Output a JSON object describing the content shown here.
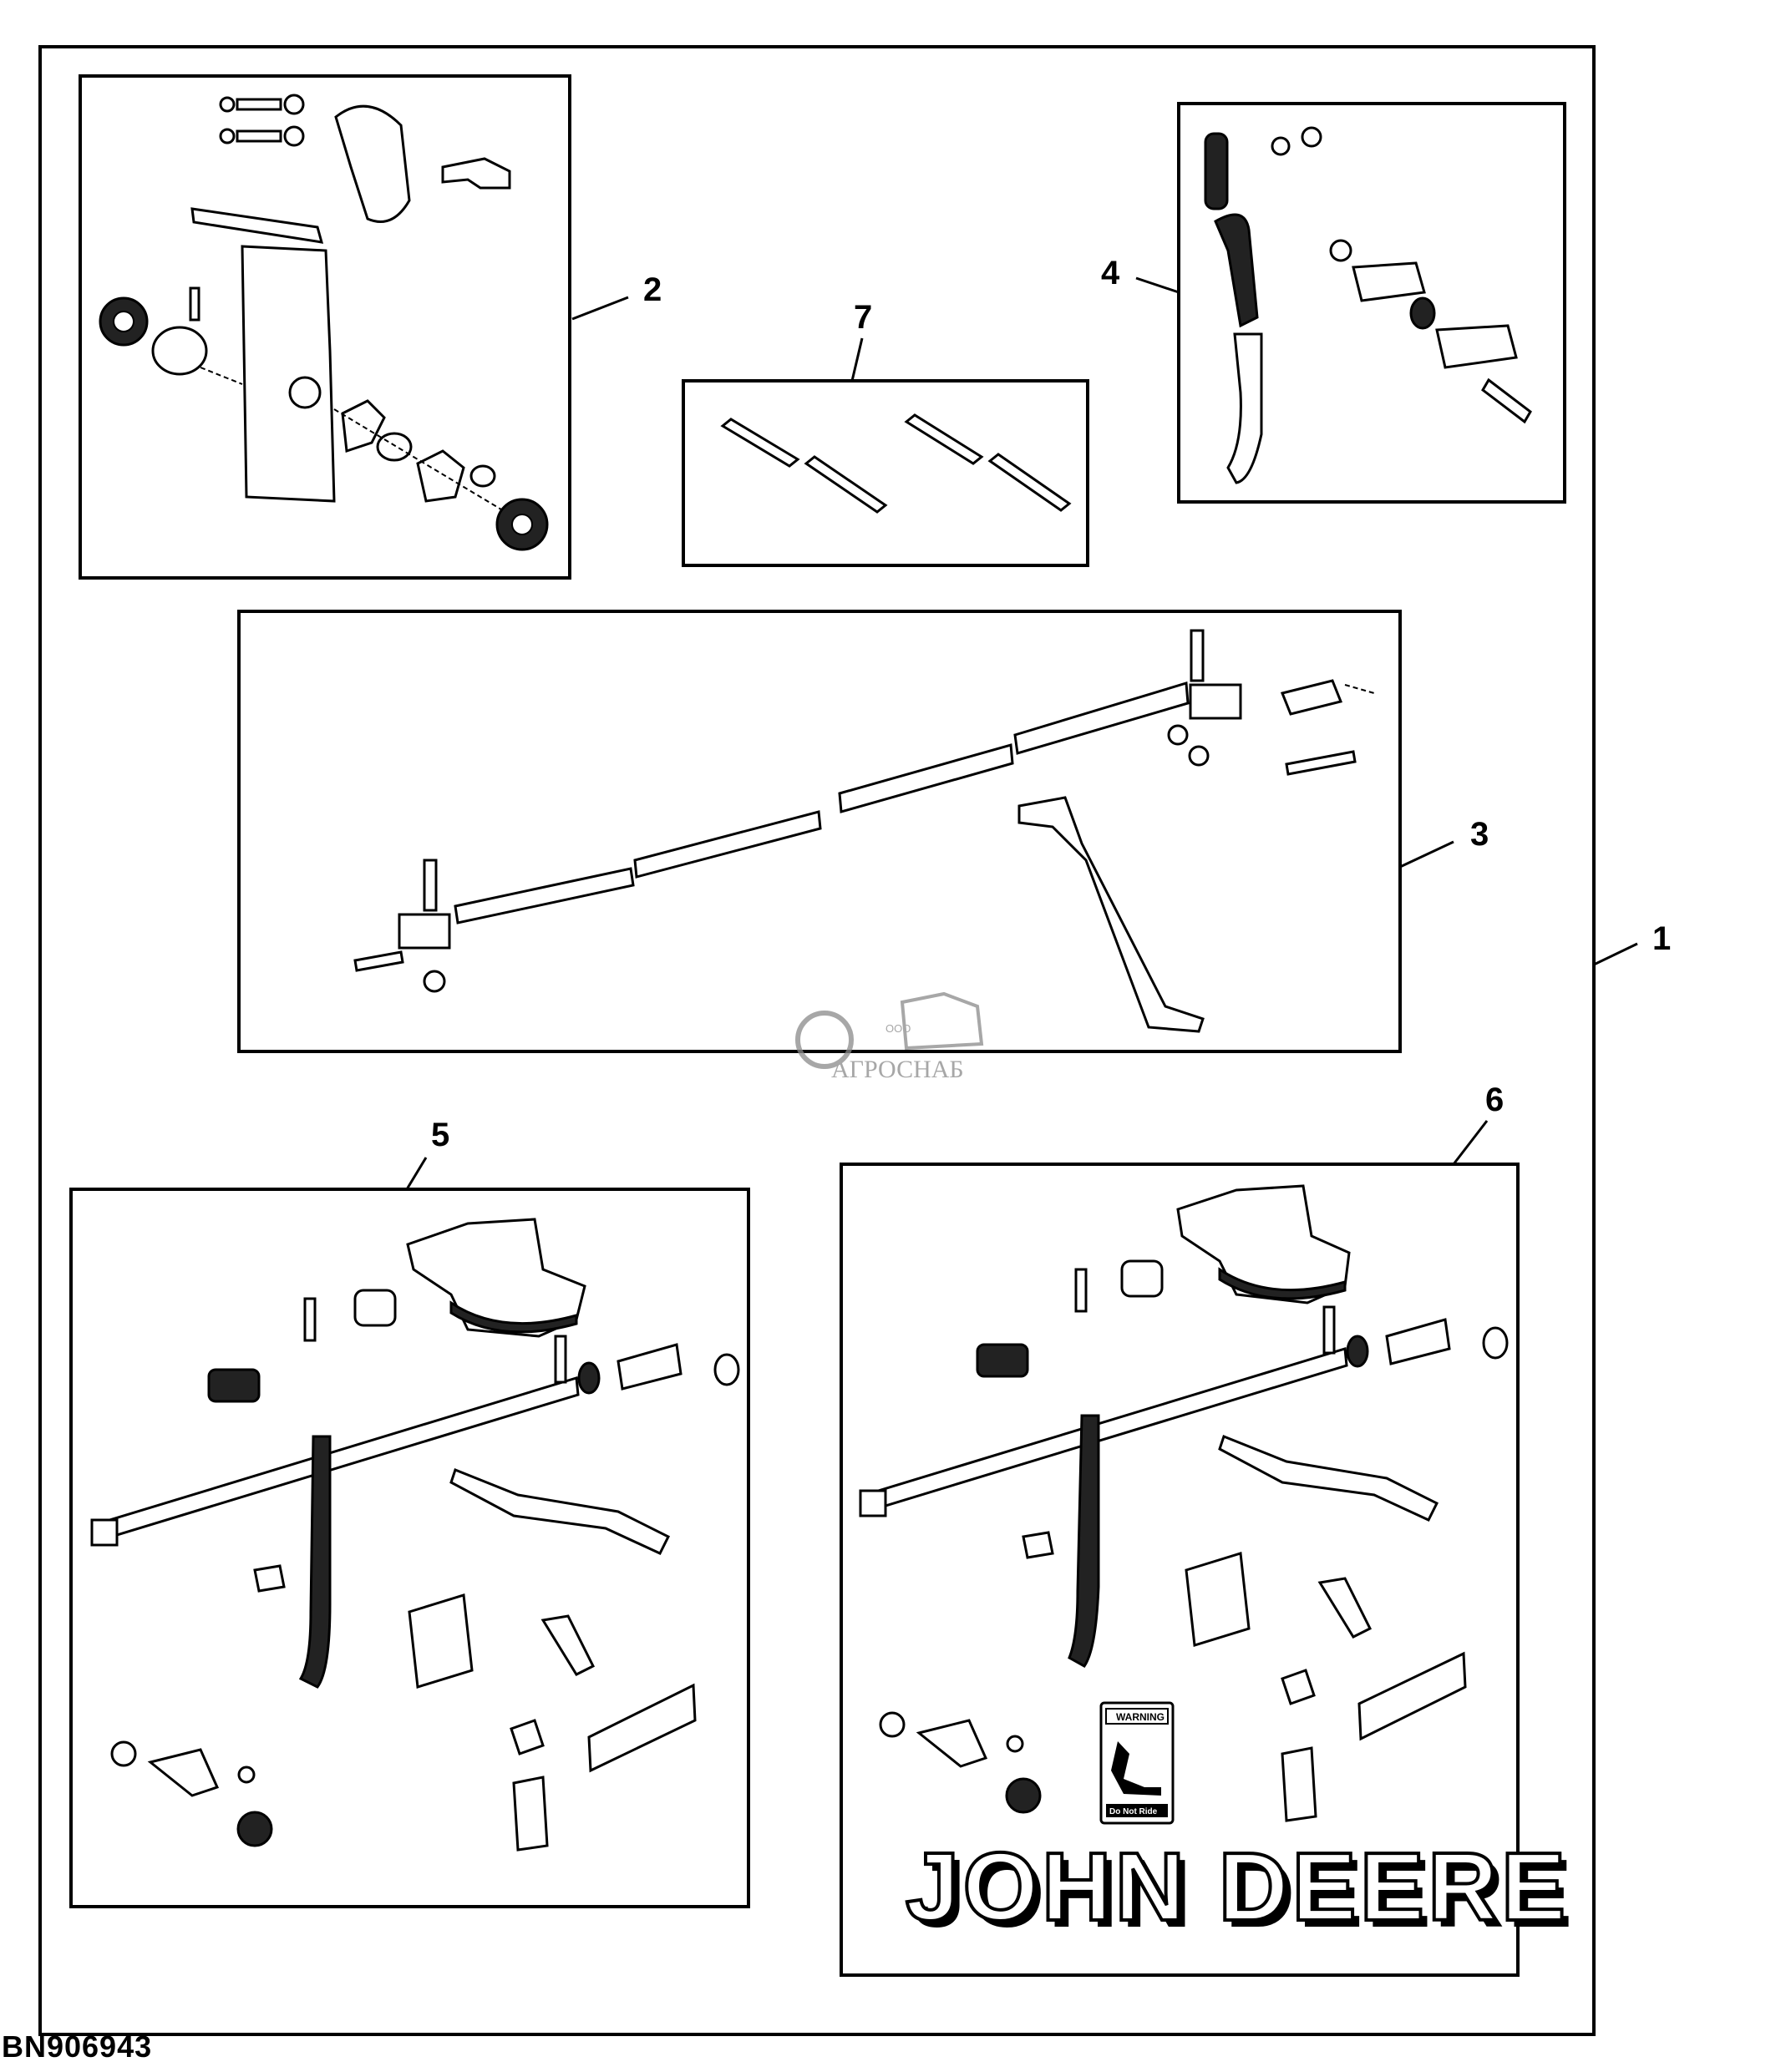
{
  "callouts": {
    "c1": "1",
    "c2": "2",
    "c3": "3",
    "c4": "4",
    "c5": "5",
    "c6": "6",
    "c7": "7"
  },
  "figure_id": "BN906943",
  "watermark": {
    "small": "ООО",
    "name": "АГРОСНАБ"
  },
  "decal": {
    "top": "WARNING",
    "bottom": "Do Not Ride"
  },
  "brand": "JOHN DEERE",
  "colors": {
    "line": "#000000",
    "background": "#ffffff",
    "watermark": "#8a8a8a"
  }
}
